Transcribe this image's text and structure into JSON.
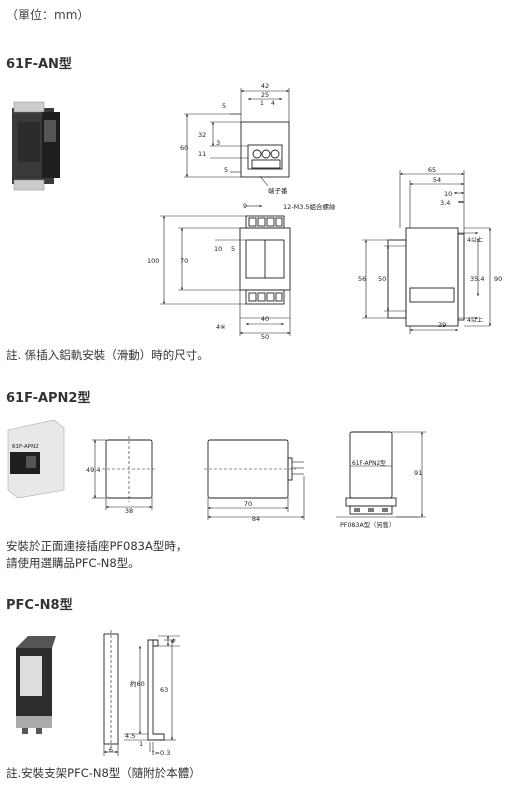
{
  "unit_label": "（單位：mm）",
  "sections": {
    "an": {
      "title": "61F-AN型",
      "note": "註. 係插入鋁軌安裝（滑動）時的尺寸。",
      "dims": {
        "w42": "42",
        "w25": "25",
        "w1": "1",
        "w4": "4",
        "d5a": "5",
        "d32": "32",
        "d3": "3",
        "d60": "60",
        "d11": "11",
        "d5b": "5",
        "terminal": "端子番",
        "w9": "9",
        "screw": "12-M3.5組合螺絲",
        "d100": "100",
        "d70": "70",
        "w10": "10",
        "w5": "5",
        "w40": "40",
        "w4x": "4※",
        "w50": "50",
        "s65": "65",
        "s54": "54",
        "s10": "10",
        "s34": "3.4",
        "s4up1": "4以上",
        "s56": "56",
        "s50": "50",
        "s354": "35.4",
        "s90": "90",
        "s39": "39",
        "s4up2": "4以上"
      }
    },
    "apn2": {
      "title": "61F-APN2型",
      "note1": "安裝於正面連接插座PF083A型時，",
      "note2": "請使用選購品PFC-N8型。",
      "dims": {
        "h494": "49.4",
        "w38": "38",
        "w70": "70",
        "w84": "84",
        "model": "61F-APN2型",
        "h91": "91",
        "socket": "PF083A型（另售）"
      },
      "photo_label": "61F-APN2"
    },
    "pfc": {
      "title": "PFC-N8型",
      "note": "註.安裝支架PFC-N8型（隨附於本體）",
      "dims": {
        "d4": "4",
        "d60": "約60",
        "d63": "63",
        "d45": "4.5",
        "d6": "6",
        "d1": "1",
        "t": "t=0.3"
      }
    }
  }
}
